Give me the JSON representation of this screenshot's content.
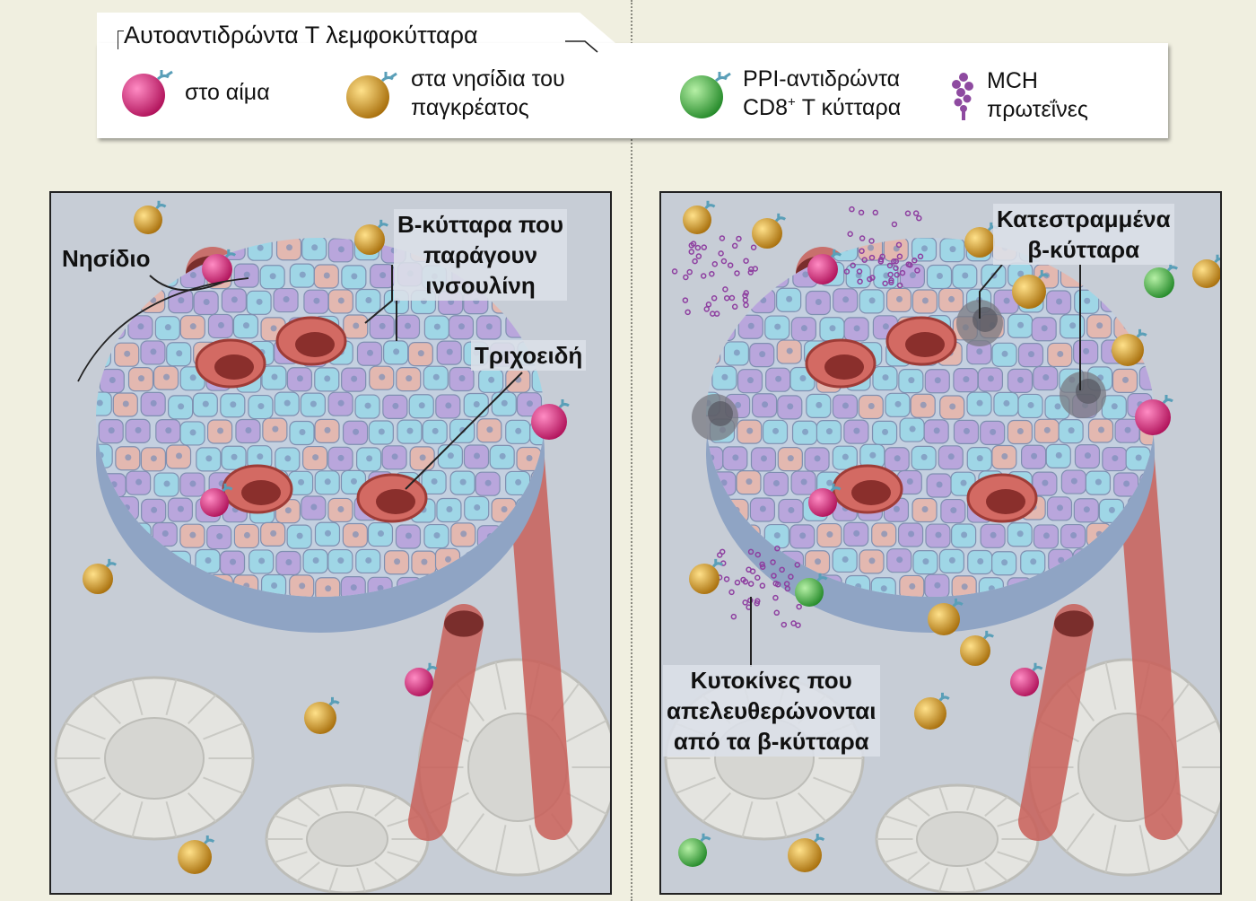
{
  "legend": {
    "title": "Αυτοαντιδρώντα Τ λεμφοκύτταρα",
    "items": [
      {
        "label_lines": [
          "στο αίμα"
        ],
        "color": "#d81b74"
      },
      {
        "label_lines": [
          "στα νησίδια του",
          "παγκρέατος"
        ],
        "color": "#d9a520"
      },
      {
        "label_lines": [
          "PPI-αντιδρώντα"
        ],
        "label_line2_prefix": "CD8",
        "label_line2_sup": "+",
        "label_line2_suffix": " Τ κύτταρα",
        "color": "#4cb34a"
      },
      {
        "label_lines": [
          "MCH",
          "πρωτεΐνες"
        ],
        "color": "#8e4aa0"
      }
    ]
  },
  "left_panel": {
    "labels": {
      "islet": "Νησίδιο",
      "beta_cells": [
        "Β-κύτταρα που",
        "παράγουν",
        "ινσουλίνη"
      ],
      "capillaries": "Τριχοειδή"
    }
  },
  "right_panel": {
    "labels": {
      "destroyed": [
        "Κατεστραμμένα",
        "β-κύτταρα"
      ],
      "cytokines": [
        "Κυτοκίνες που",
        "απελευθερώνονται",
        "από τα β-κύτταρα"
      ]
    }
  },
  "colors": {
    "background": "#f0efe0",
    "tissue": "#c7cdd6",
    "cell_blue": "#9fd6e6",
    "cell_purple": "#b9a6dc",
    "cell_pink": "#e3b8b0",
    "capillary": "#c9605a",
    "duct": "#e4e4e0"
  }
}
